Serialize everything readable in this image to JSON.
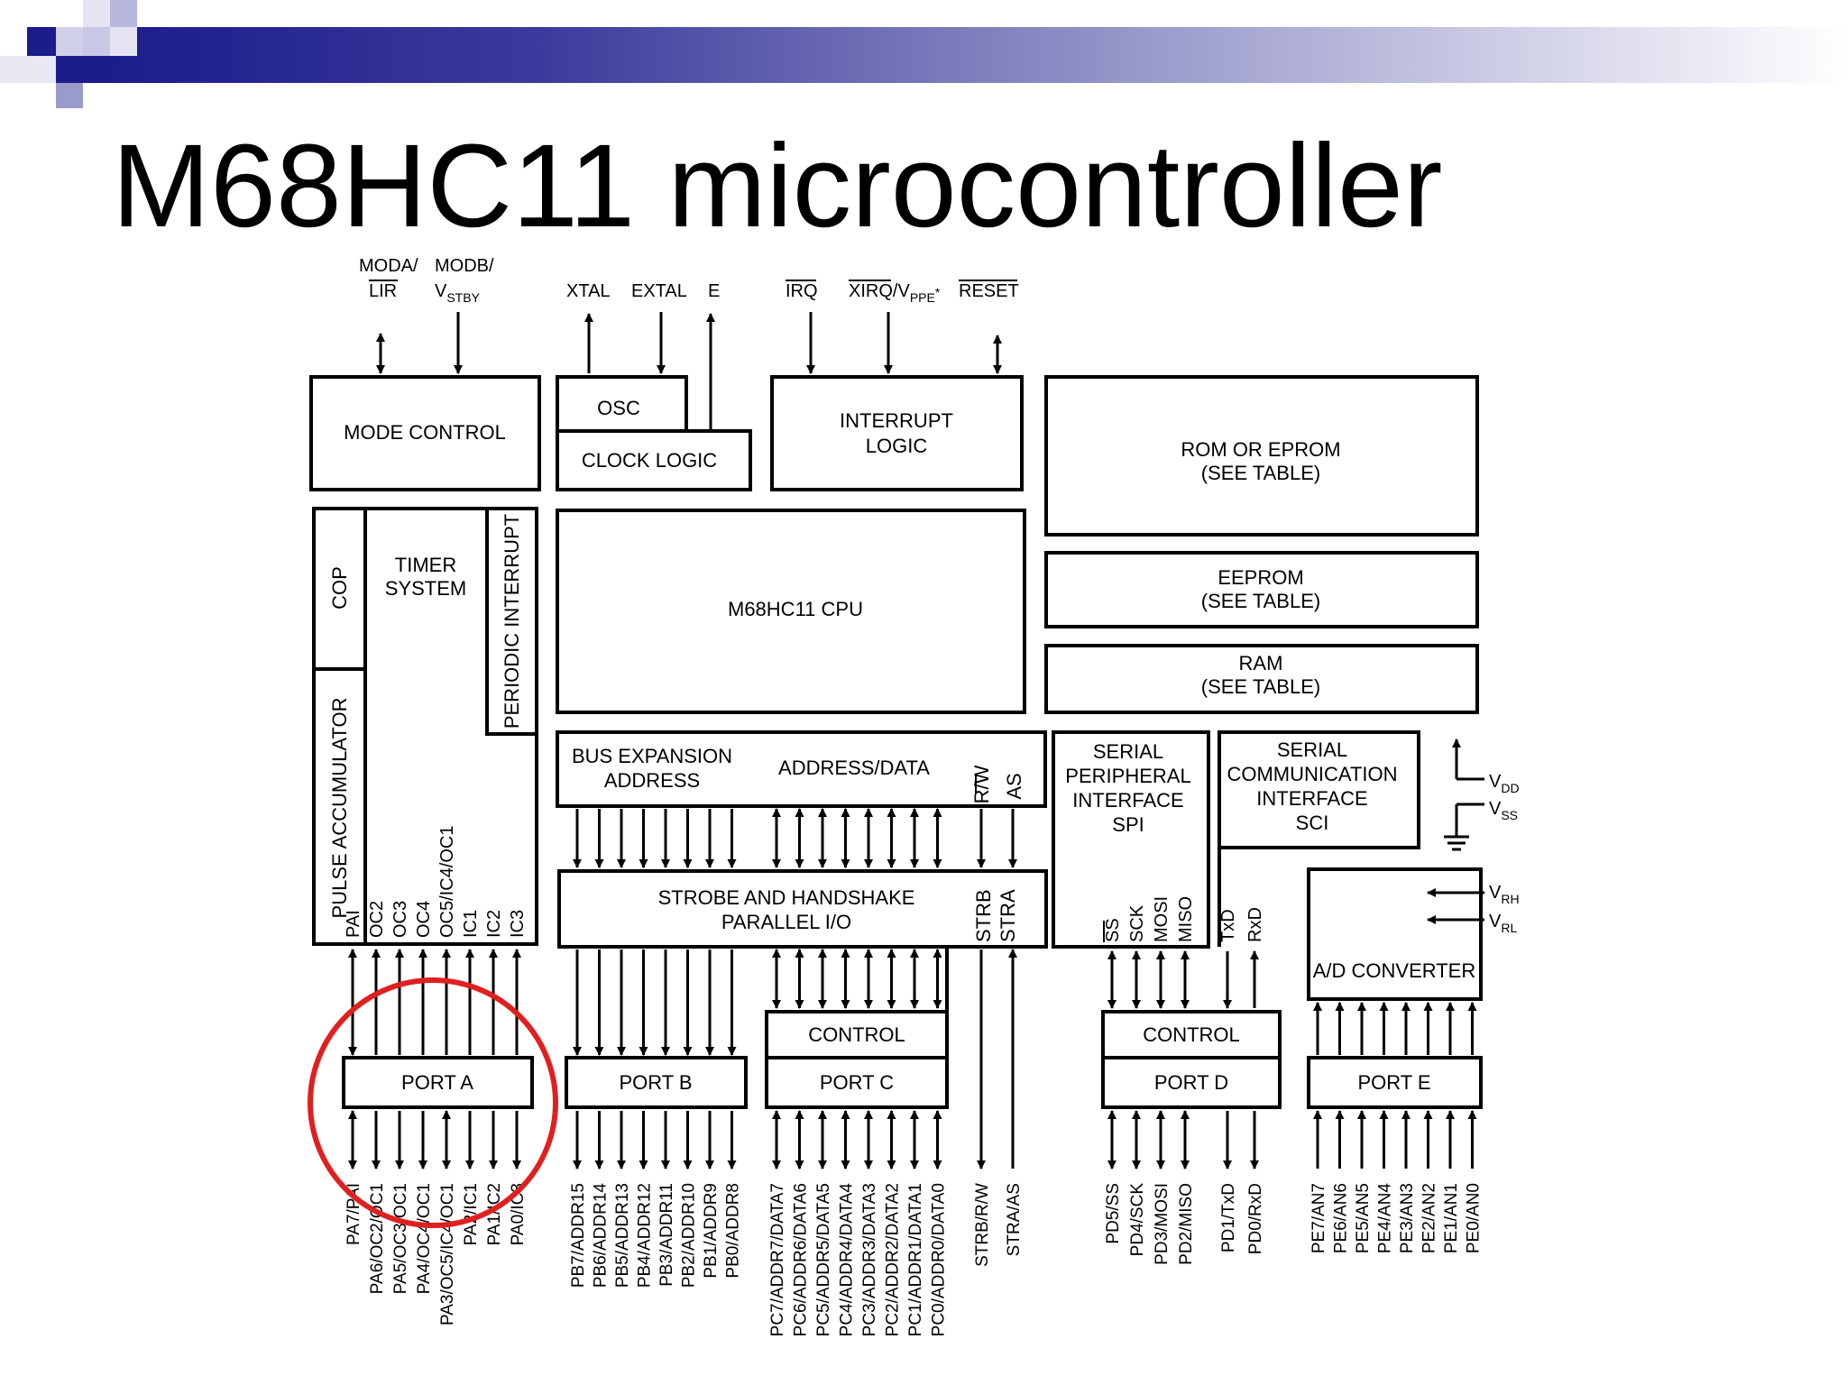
{
  "slide": {
    "title": "M68HC11 microcontroller",
    "accent_color": "#1c1c8c",
    "highlight_color": "#e02020"
  },
  "diagram": {
    "top_signals": {
      "moda": "MODA/",
      "lir": "LIR",
      "modb": "MODB/",
      "vstby_main": "V",
      "vstby_sub": "STBY",
      "xtal": "XTAL",
      "extal": "EXTAL",
      "e": "E",
      "irq": "IRQ",
      "xirq_a": "XIRQ",
      "xirq_b": "/V",
      "xirq_sub": "PPE",
      "xirq_star": "*",
      "reset": "RESET"
    },
    "blocks": {
      "mode_control": "MODE CONTROL",
      "osc": "OSC",
      "clock_logic": "CLOCK LOGIC",
      "interrupt_logic_1": "INTERRUPT",
      "interrupt_logic_2": "LOGIC",
      "rom_1": "ROM OR EPROM",
      "rom_2": "(SEE TABLE)",
      "eeprom_1": "EEPROM",
      "eeprom_2": "(SEE TABLE)",
      "ram_1": "RAM",
      "ram_2": "(SEE TABLE)",
      "cop": "COP",
      "pulse_accumulator": "PULSE ACCUMULATOR",
      "timer_1": "TIMER",
      "timer_2": "SYSTEM",
      "periodic_interrupt": "PERIODIC INTERRUPT",
      "cpu": "M68HC11 CPU",
      "bus_exp_1": "BUS EXPANSION",
      "bus_exp_2": "ADDRESS",
      "address_data": "ADDRESS/DATA",
      "rw": "R/W",
      "as": "AS",
      "strobe_1": "STROBE AND HANDSHAKE",
      "strobe_2": "PARALLEL I/O",
      "strb": "STRB",
      "stra": "STRA",
      "spi_1": "SERIAL",
      "spi_2": "PERIPHERAL",
      "spi_3": "INTERFACE",
      "spi_4": "SPI",
      "sci_1": "SERIAL",
      "sci_2": "COMMUNICATION",
      "sci_3": "INTERFACE",
      "sci_4": "SCI",
      "ad_converter": "A/D CONVERTER",
      "control_c": "CONTROL",
      "control_d": "CONTROL",
      "port_a": "PORT A",
      "port_b": "PORT B",
      "port_c": "PORT C",
      "port_d": "PORT D",
      "port_e": "PORT E"
    },
    "power": {
      "vdd": "V",
      "vdd_sub": "DD",
      "vss": "V",
      "vss_sub": "SS",
      "vrh": "V",
      "vrh_sub": "RH",
      "vrl": "V",
      "vrl_sub": "RL"
    },
    "timer_signals": [
      "PAI",
      "OC2",
      "OC3",
      "OC4",
      "OC5/IC4/OC1",
      "IC1",
      "IC2",
      "IC3"
    ],
    "spi_signals": [
      "SS",
      "SCK",
      "MOSI",
      "MISO"
    ],
    "sci_signals": [
      "TxD",
      "RxD"
    ],
    "pins_a": [
      "PA7/PAI",
      "PA6/OC2/OC1",
      "PA5/OC3/OC1",
      "PA4/OC4/OC1",
      "PA3/OC5/IC4/OC1",
      "PA2/IC1",
      "PA1/IC2",
      "PA0/IC3"
    ],
    "pins_b": [
      "PB7/ADDR15",
      "PB6/ADDR14",
      "PB5/ADDR13",
      "PB4/ADDR12",
      "PB3/ADDR11",
      "PB2/ADDR10",
      "PB1/ADDR9",
      "PB0/ADDR8"
    ],
    "pins_c": [
      "PC7/ADDR7/DATA7",
      "PC6/ADDR6/DATA6",
      "PC5/ADDR5/DATA5",
      "PC4/ADDR4/DATA4",
      "PC3/ADDR3/DATA3",
      "PC2/ADDR2/DATA2",
      "PC1/ADDR1/DATA1",
      "PC0/ADDR0/DATA0"
    ],
    "pins_strobe": [
      "STRB/R/W",
      "STRA/AS"
    ],
    "pins_d": [
      "PD5/SS",
      "PD4/SCK",
      "PD3/MOSI",
      "PD2/MISO",
      "PD1/TxD",
      "PD0/RxD"
    ],
    "pins_e": [
      "PE7/AN7",
      "PE6/AN6",
      "PE5/AN5",
      "PE4/AN4",
      "PE3/AN3",
      "PE2/AN2",
      "PE1/AN1",
      "PE0/AN0"
    ]
  }
}
